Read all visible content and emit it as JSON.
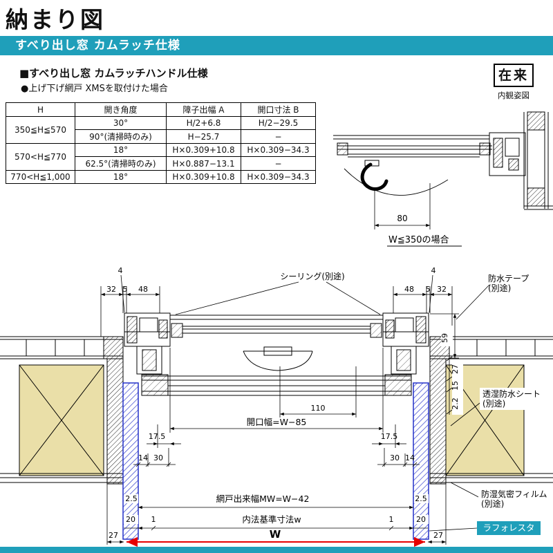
{
  "colors": {
    "teal": "#1f9fba",
    "red": "#e60000",
    "blue": "#2431c9",
    "tan": "#eadfa8"
  },
  "header": {
    "title": "納まり図",
    "banner": "すべり出し窓 カムラッチ仕様",
    "section": "■すべり出し窓 カムラッチハンドル仕様",
    "subsection": "●上げ下げ網戸 XMSを取付けた場合",
    "badge": "在来",
    "badge_caption": "内観姿図"
  },
  "spec_table": {
    "headers": [
      "H",
      "開き角度",
      "障子出幅 A",
      "開口寸法 B"
    ],
    "rows": [
      {
        "h": "350≦H≦570",
        "angle": "30°",
        "a": "H/2+6.8",
        "b": "H/2−29.5"
      },
      {
        "angle": "90°(清掃時のみ)",
        "a": "H−25.7",
        "b": "−"
      },
      {
        "h": "570<H≦770",
        "angle": "18°",
        "a": "H×0.309+10.8",
        "b": "H×0.309−34.3"
      },
      {
        "angle": "62.5°(清掃時のみ)",
        "a": "H×0.887−13.1",
        "b": "−"
      },
      {
        "h": "770<H≦1,000",
        "angle": "18°",
        "a": "H×0.309+10.8",
        "b": "H×0.309−34.3"
      }
    ]
  },
  "detail_drawing": {
    "dim_80": "80",
    "caption": "W≦350の場合"
  },
  "main_drawing": {
    "top_dims": {
      "left_4": "4",
      "left_32": "32",
      "left_5": "5",
      "left_48": "48",
      "right_48": "48",
      "right_5": "5",
      "right_4": "4",
      "right_32": "32"
    },
    "right_dims": {
      "d59": "59",
      "d27": "27",
      "d15": "15",
      "d2_2": "2.2"
    },
    "dims": {
      "d110": "110",
      "opening_width": "開口幅=W−85",
      "d17_5_left": "17.5",
      "d17_5_right": "17.5",
      "d14_left": "14",
      "d30_left": "30",
      "d30_right": "30",
      "d14_right": "14",
      "d2_5_left": "2.5",
      "d2_5_right": "2.5",
      "screen_width": "網戸出来幅MW=W−42",
      "d20_left": "20",
      "d1_left": "1",
      "d1_right": "1",
      "d20_right": "20",
      "inner_ref": "内法基準寸法w",
      "w": "W",
      "d27_left": "27",
      "d27_right": "27"
    },
    "callouts": {
      "sealing": "シーリング(別途)",
      "tape_line1": "防水テープ",
      "tape_line2": "(別途)",
      "sheet_line1": "透湿防水シート",
      "sheet_line2": "(別途)",
      "film_line1": "防湿気密フィルム",
      "film_line2": "(別途)",
      "laforesta": "ラフォレスタ"
    }
  }
}
